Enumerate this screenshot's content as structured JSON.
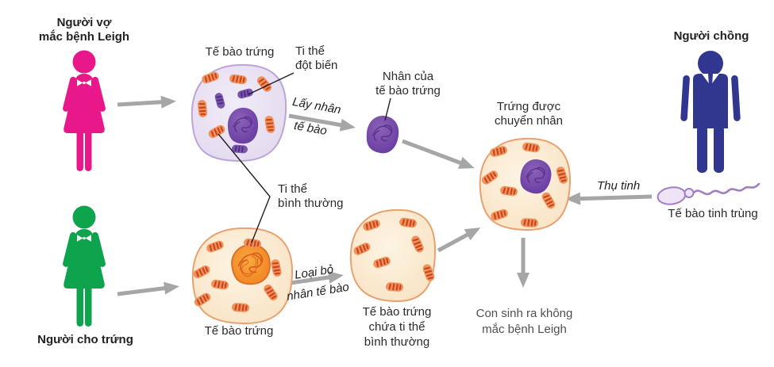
{
  "people": {
    "wife": {
      "name": "Người vợ\nmắc bệnh Leigh"
    },
    "donor": {
      "name": "Người cho trứng"
    },
    "husband": {
      "name": "Người chồng"
    }
  },
  "cells": {
    "wife_egg_label": "Tế bào trứng",
    "donor_egg_label": "Tế bào trứng",
    "enucleated_egg_label": "Tế bào trứng\nchứa ti thể\nbình thường",
    "transferred_egg_label": "Trứng được\nchuyển nhân",
    "extracted_nucleus_label": "Nhân của\ntế bào trứng",
    "sperm_label": "Tế bào tinh trùng"
  },
  "organelle_labels": {
    "mutated_mito": "Ti thể\nđột biến",
    "normal_mito": "Ti thể\nbình thường"
  },
  "process_labels": {
    "take_nucleus_line1": "Lấy nhân",
    "take_nucleus_line2": "tế bào",
    "remove_nucleus_line1": "Loại bỏ",
    "remove_nucleus_line2": "nhân tế bào",
    "fertilization": "Thụ tinh",
    "outcome": "Con sinh ra không\nmắc bệnh Leigh"
  },
  "colors": {
    "wife_pink": "#e8188b",
    "donor_green": "#0ea44e",
    "husband_navy": "#31368f",
    "arrow_gray": "#a6a6a6",
    "cell_lavender": "#e6def1",
    "cell_lavender_border": "#bda4d9",
    "cell_peach": "#fbe9d0",
    "cell_peach_border": "#e8a170",
    "nucleus_purple": "#6f42a5",
    "nucleus_orange": "#f59422",
    "mito_orange": "#f0935b",
    "mito_purple": "#7a55ab",
    "sperm_lavender": "#efe4f6",
    "sperm_outline": "#a07fc4"
  }
}
